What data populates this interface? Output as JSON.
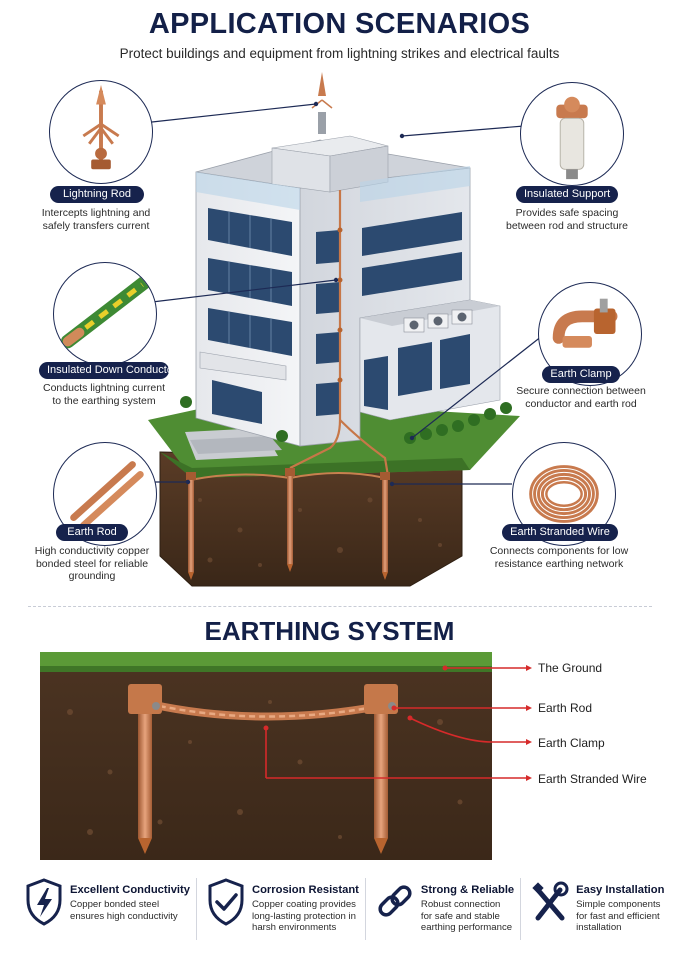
{
  "header": {
    "title": "APPLICATION SCENARIOS",
    "subtitle": "Protect buildings and equipment from lightning strikes and electrical faults"
  },
  "components": [
    {
      "label": "Lightning Rod",
      "description": "Intercepts lightning and safely transfers current",
      "icon": "lightning-rod-icon"
    },
    {
      "label": "Insulated Support",
      "description": "Provides safe spacing between rod and structure",
      "icon": "insulated-support-icon"
    },
    {
      "label": "Insulated Down Conductor",
      "description": "Conducts lightning current to the earthing system",
      "icon": "cable-icon"
    },
    {
      "label": "Earth Clamp",
      "description": "Secure connection between conductor and earth rod",
      "icon": "clamp-icon"
    },
    {
      "label": "Earth Rod",
      "description": "High conductivity copper bonded steel for reliable grounding",
      "icon": "earth-rod-icon"
    },
    {
      "label": "Earth Stranded Wire",
      "description": "Connects components for low resistance earthing network",
      "icon": "wire-coil-icon"
    }
  ],
  "earthing": {
    "title": "EARTHING SYSTEM",
    "callouts": [
      "The Ground",
      "Earth Rod",
      "Earth Clamp",
      "Earth Stranded Wire"
    ]
  },
  "features": [
    {
      "title": "Excellent Conductivity",
      "description": "Copper bonded steel ensures high conductivity",
      "icon": "shield-bolt-icon"
    },
    {
      "title": "Corrosion Resistant",
      "description": "Copper coating provides long-lasting protection in harsh environments",
      "icon": "shield-check-icon"
    },
    {
      "title": "Strong & Reliable",
      "description": "Robust connection for safe and stable earthing performance",
      "icon": "chain-link-icon"
    },
    {
      "title": "Easy Installation",
      "description": "Simple components for fast and efficient installation",
      "icon": "tools-icon"
    }
  ],
  "colors": {
    "navy": "#16224c",
    "copper": "#c87a4e",
    "callout_red": "#d62a2a",
    "grass": "#5c9a3a",
    "soil": "#4a3322"
  }
}
